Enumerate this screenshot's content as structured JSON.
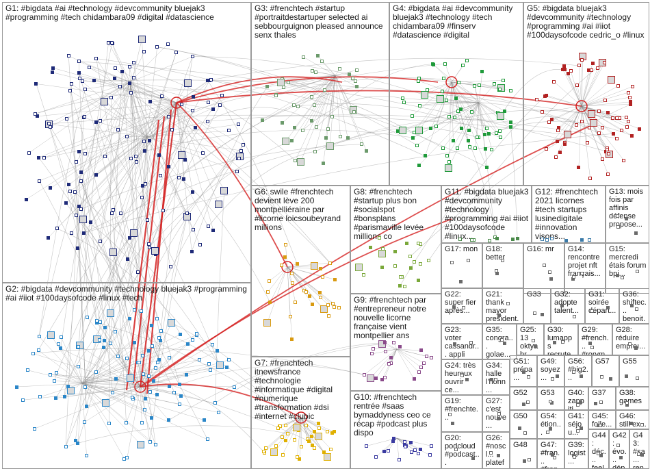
{
  "groups": [
    {
      "id": "G1",
      "label": "G1: #bigdata #ai #technology #devcommunity bluejak3 #programming #tech chidambara09 #digital #datascience",
      "color": "#1e2a78",
      "density": 140
    },
    {
      "id": "G2",
      "label": "G2: #bigdata #devcommunity #technology bluejak3 #programming #ai #iiot #100daysofcode #linux #tech",
      "color": "#2a86c8",
      "density": 110
    },
    {
      "id": "G3",
      "label": "G3: #frenchtech #startup #portraitdestartuper selected ai sebbourguignon pleased announce senx thales",
      "color": "#6b9a6b",
      "density": 45
    },
    {
      "id": "G4",
      "label": "G4: #bigdata #ai #devcommunity bluejak3 #technology #tech chidambara09 #finserv #datascience #digital",
      "color": "#1f9a3a",
      "density": 70
    },
    {
      "id": "G5",
      "label": "G5: #bigdata bluejak3 #devcommunity #technology #programming #ai #iiot #100daysofcode cedric_o #linux",
      "color": "#b22222",
      "density": 70
    },
    {
      "id": "G6",
      "label": "G6: swile #frenchtech devient lève 200 montpelliéraine par #licorne loicsoubeyrand millions",
      "color": "#d99a10",
      "density": 30
    },
    {
      "id": "G7",
      "label": "G7: #frenchtech itnewsfrance #technologie #informatique #digital #numerique #transformation #dsi #internet #clubic",
      "color": "#e0b000",
      "density": 35
    },
    {
      "id": "G8",
      "label": "G8: #frenchtech #startup plus bon #socialspot #bonsplans #parismaville levée millions co",
      "color": "#7aa83a",
      "density": 22
    },
    {
      "id": "G9",
      "label": "G9: #frenchtech par #entrepreneur notre nouvelle licorne française vient montpellier ans",
      "color": "#8a4a8a",
      "density": 22
    },
    {
      "id": "G10",
      "label": "G10: #frenchtech rentrée #saas bymaddyness ceo ce récap #podcast plus dispo",
      "color": "#3a3aa0",
      "density": 18
    },
    {
      "id": "G11",
      "label": "G11: #bigdata bluejak3 #devcommunity #technology #programming #ai #iiot #100daysofcode #linux...",
      "color": "#4a8a4a",
      "density": 8
    },
    {
      "id": "G12",
      "label": "G12: #frenchtech 2021 licornes #tech startups lusinedigitale #innovation visons...",
      "color": "#3a7aa8",
      "density": 6
    },
    {
      "id": "G13",
      "label": "G13: mois fois par affinis défense propose...",
      "color": "#6a6a6a",
      "density": 4
    },
    {
      "id": "G14",
      "label": "G14: rencontre projet nft français...",
      "color": "#6a6a6a",
      "density": 3
    },
    {
      "id": "G15",
      "label": "G15: mercredi étais forum bpi...",
      "color": "#6a6a6a",
      "density": 3
    },
    {
      "id": "G16",
      "label": "G16: mr",
      "color": "#6a6a6a",
      "density": 3
    },
    {
      "id": "G17",
      "label": "G17: mon",
      "color": "#6a6a6a",
      "density": 3
    },
    {
      "id": "G18",
      "label": "G18: better",
      "color": "#6a6a6a",
      "density": 3
    },
    {
      "id": "G19",
      "label": "G19: #frenchte...",
      "color": "#6a6a6a",
      "density": 2
    },
    {
      "id": "G20",
      "label": "G20: podcloud #podcast...",
      "color": "#6a6a6a",
      "density": 2
    },
    {
      "id": "G21",
      "label": "G21: thank mayor president...",
      "color": "#6a6a6a",
      "density": 2
    },
    {
      "id": "G22",
      "label": "G22: super fier après...",
      "color": "#6a6a6a",
      "density": 2
    },
    {
      "id": "G23",
      "label": "G23: voter cassandr... appli tout...",
      "color": "#6a6a6a",
      "density": 2
    },
    {
      "id": "G24",
      "label": "G24: très heureux ouvrir ce...",
      "color": "#6a6a6a",
      "density": 2
    },
    {
      "id": "G25",
      "label": "G25: 13 oktyabr čaršanb...",
      "color": "#6a6a6a",
      "density": 2
    },
    {
      "id": "G26",
      "label": "G26: #noscl... platefo...",
      "color": "#6a6a6a",
      "density": 2
    },
    {
      "id": "G27",
      "label": "G27: c'est nouve...",
      "color": "#6a6a6a",
      "density": 2
    },
    {
      "id": "G28",
      "label": "G28: réduire empreı...",
      "color": "#6a6a6a",
      "density": 2
    },
    {
      "id": "G29",
      "label": "G29: #french... #rorym...",
      "color": "#6a6a6a",
      "density": 2
    },
    {
      "id": "G30",
      "label": "G30: lumapps recrute...",
      "color": "#6a6a6a",
      "density": 2
    },
    {
      "id": "G31",
      "label": "G31: soirée départ...",
      "color": "#6a6a6a",
      "density": 2
    },
    {
      "id": "G32",
      "label": "G32: adopte talent...",
      "color": "#6a6a6a",
      "density": 2
    },
    {
      "id": "G33",
      "label": "G33",
      "color": "#6a6a6a",
      "density": 2
    },
    {
      "id": "G34",
      "label": "G34: halle l'honn...",
      "color": "#6a6a6a",
      "density": 2
    },
    {
      "id": "G35",
      "label": "G35: congra... golae...",
      "color": "#6a6a6a",
      "density": 2
    },
    {
      "id": "G36",
      "label": "G36: shiftec... benoit...",
      "color": "#6a6a6a",
      "density": 2
    },
    {
      "id": "G37",
      "label": "G37",
      "color": "#6a6a6a",
      "density": 2
    },
    {
      "id": "G38",
      "label": "G38: games",
      "color": "#6a6a6a",
      "density": 2
    },
    {
      "id": "G39",
      "label": "G39: logist...",
      "color": "#6a6a6a",
      "density": 2
    },
    {
      "id": "G40",
      "label": "G40: zappiti neo...",
      "color": "#6a6a6a",
      "density": 2
    },
    {
      "id": "G41",
      "label": "G41: séjou...",
      "color": "#6a6a6a",
      "density": 2
    },
    {
      "id": "G42",
      "label": "G42: évo... dép...",
      "color": "#6a6a6a",
      "density": 2
    },
    {
      "id": "G43",
      "label": "G43: #sa... ren...",
      "color": "#6a6a6a",
      "density": 2
    },
    {
      "id": "G44",
      "label": "G44: déc... feel...",
      "color": "#6a6a6a",
      "density": 2
    },
    {
      "id": "G45",
      "label": "G45: folle...",
      "color": "#6a6a6a",
      "density": 2
    },
    {
      "id": "G46",
      "label": "G46: still ex...",
      "color": "#6a6a6a",
      "density": 2
    },
    {
      "id": "G47",
      "label": "G47: #fran... #fren...",
      "color": "#6a6a6a",
      "density": 2
    },
    {
      "id": "G48",
      "label": "G48",
      "color": "#6a6a6a",
      "density": 2
    },
    {
      "id": "G49",
      "label": "G49: soyez...",
      "color": "#6a6a6a",
      "density": 2
    },
    {
      "id": "G50",
      "label": "G50",
      "color": "#6a6a6a",
      "density": 2
    },
    {
      "id": "G51",
      "label": "G51: prépa...",
      "color": "#6a6a6a",
      "density": 2
    },
    {
      "id": "G52",
      "label": "G52",
      "color": "#6a6a6a",
      "density": 2
    },
    {
      "id": "G53",
      "label": "G53",
      "color": "#6a6a6a",
      "density": 2
    },
    {
      "id": "G54",
      "label": "G54: étion...",
      "color": "#6a6a6a",
      "density": 2
    },
    {
      "id": "G55",
      "label": "G55",
      "color": "#6a6a6a",
      "density": 2
    },
    {
      "id": "G56",
      "label": "G56: #big2...",
      "color": "#6a6a6a",
      "density": 2
    },
    {
      "id": "G57",
      "label": "G57",
      "color": "#6a6a6a",
      "density": 2
    }
  ],
  "colors": {
    "edge": "#8c8c8c",
    "edge_strong": "#d42020",
    "border": "#9a9a9a"
  }
}
